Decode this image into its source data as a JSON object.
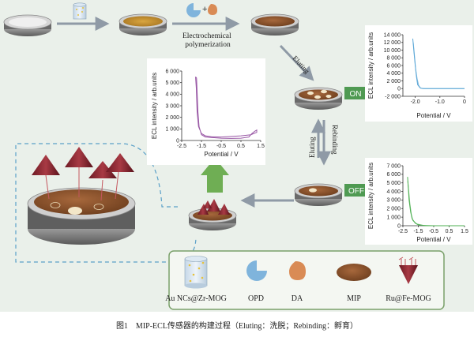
{
  "steps": {
    "electrochemical_polymerization": "Electrochemical\npolymerization",
    "eluting_top": "Eluting",
    "eluting_mid": "Eluting",
    "rebinding": "Rebinding",
    "on_label": "ON",
    "off_label": "OFF"
  },
  "colors": {
    "green_badge": "#4f9a52",
    "big_arrow": "#6fae54",
    "legend_border": "#7aa06a",
    "ecl_on": "#5aa6d6",
    "ecl_off": "#4caf50",
    "ecl_cv": "#9a5aa6",
    "dashed": "#5aa0c8"
  },
  "legend": {
    "items": [
      {
        "label": "Au NCs@Zr-MOG",
        "icon": "mog-cylinder-icon"
      },
      {
        "label": "OPD",
        "icon": "opd-pie-icon"
      },
      {
        "label": "DA",
        "icon": "da-droplet-icon"
      },
      {
        "label": "MIP",
        "icon": "mip-ellipse-icon"
      },
      {
        "label": "Ru@Fe-MOG",
        "icon": "ru-fe-mog-icon"
      }
    ]
  },
  "caption": "图1　MIP-ECL传感器的构建过程（Eluting：洗脱；Rebinding：孵育）",
  "chart_data": [
    {
      "id": "cv",
      "type": "line",
      "xlabel": "Potential / V",
      "ylabel": "ECL intensity / arb.units",
      "xlim": [
        -2.5,
        1.5
      ],
      "ylim": [
        0,
        6000
      ],
      "xticks": [
        "-2.5",
        "-1.5",
        "-0.5",
        "0.5",
        "1.5"
      ],
      "xtick_values": [
        -2.5,
        -1.5,
        -0.5,
        0.5,
        1.5
      ],
      "yticks": [
        "0",
        "1 000",
        "2 000",
        "3 000",
        "4 000",
        "5 000",
        "6 000"
      ],
      "ytick_values": [
        0,
        1000,
        2000,
        3000,
        4000,
        5000,
        6000
      ],
      "series": [
        {
          "x": [
            -1.8,
            -1.75,
            -1.72,
            -1.68,
            -1.62,
            -1.5,
            -1.3,
            -1.0,
            -0.5,
            0.0,
            0.5,
            0.9,
            1.05,
            1.2,
            1.3,
            1.3,
            1.0,
            0.5,
            0.0,
            -0.5,
            -1.0,
            -1.3,
            -1.5,
            -1.65,
            -1.72,
            -1.76,
            -1.8
          ],
          "y": [
            5500,
            5400,
            4200,
            2500,
            1200,
            500,
            300,
            250,
            200,
            180,
            200,
            300,
            600,
            800,
            900,
            700,
            500,
            400,
            350,
            300,
            320,
            400,
            600,
            1200,
            2500,
            4500,
            5500
          ]
        }
      ]
    },
    {
      "id": "on",
      "type": "line",
      "xlabel": "Potential / V",
      "ylabel": "ECL intensity / arb.units",
      "xlim": [
        -2.5,
        0
      ],
      "ylim": [
        -2000,
        14000
      ],
      "xticks": [
        "-2.0",
        "-1.0",
        "0"
      ],
      "xtick_values": [
        -2.0,
        -1.0,
        0
      ],
      "yticks": [
        "-2 000",
        "0",
        "2 000",
        "4 000",
        "6 000",
        "8 000",
        "10 000",
        "12 000",
        "14 000"
      ],
      "ytick_values": [
        -2000,
        0,
        2000,
        4000,
        6000,
        8000,
        10000,
        12000,
        14000
      ],
      "series": [
        {
          "x": [
            -2.1,
            -2.05,
            -2.0,
            -1.95,
            -1.9,
            -1.8,
            -1.7,
            -1.5,
            -1.0,
            -0.5,
            0.0
          ],
          "y": [
            13000,
            9500,
            6000,
            3000,
            1000,
            200,
            0,
            0,
            0,
            0,
            0
          ]
        },
        {
          "x": [
            -2.08,
            -2.03,
            -1.98,
            -1.92,
            -1.86,
            -1.78,
            -1.6,
            -1.0,
            0.0
          ],
          "y": [
            12000,
            8500,
            5000,
            2500,
            800,
            100,
            0,
            0,
            0
          ]
        }
      ]
    },
    {
      "id": "off",
      "type": "line",
      "xlabel": "Potential / V",
      "ylabel": "ECL intensity / arb.units",
      "xlim": [
        -2.5,
        1.5
      ],
      "ylim": [
        0,
        7000
      ],
      "xticks": [
        "-2.5",
        "-1.5",
        "-0.5",
        "0.5",
        "1.5"
      ],
      "xtick_values": [
        -2.5,
        -1.5,
        -0.5,
        0.5,
        1.5
      ],
      "yticks": [
        "0",
        "1 000",
        "2 000",
        "3 000",
        "4 000",
        "5 000",
        "6 000",
        "7 000"
      ],
      "ytick_values": [
        0,
        1000,
        2000,
        3000,
        4000,
        5000,
        6000,
        7000
      ],
      "series": [
        {
          "x": [
            -2.2,
            -2.15,
            -2.1,
            -2.0,
            -1.9,
            -1.7,
            -1.5,
            -1.0,
            -0.5,
            0.0,
            0.5,
            1.0,
            1.5
          ],
          "y": [
            5700,
            4500,
            3000,
            1600,
            800,
            300,
            100,
            0,
            0,
            0,
            0,
            0,
            0
          ]
        },
        {
          "x": [
            -2.18,
            -2.12,
            -2.05,
            -1.95,
            -1.85,
            -1.6,
            -1.2,
            -0.5,
            0.5,
            1.5
          ],
          "y": [
            5200,
            4000,
            2600,
            1300,
            600,
            200,
            50,
            0,
            0,
            0
          ]
        }
      ]
    }
  ]
}
